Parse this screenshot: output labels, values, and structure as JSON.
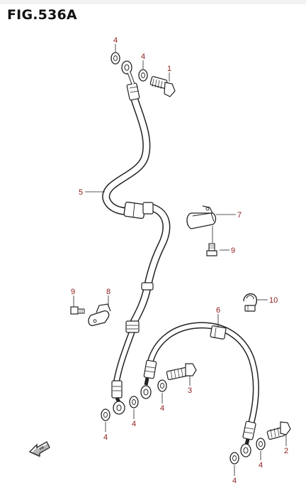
{
  "figure": {
    "title": "FIG.536A"
  },
  "colors": {
    "callout": "#8b1a1a",
    "line": "#222222",
    "part_fill": "#ffffff",
    "shade": "#888888"
  },
  "callouts": [
    {
      "id": "c-4a",
      "label": "4"
    },
    {
      "id": "c-4b",
      "label": "4"
    },
    {
      "id": "c-1",
      "label": "1"
    },
    {
      "id": "c-5",
      "label": "5"
    },
    {
      "id": "c-7",
      "label": "7"
    },
    {
      "id": "c-9a",
      "label": "9"
    },
    {
      "id": "c-9b",
      "label": "9"
    },
    {
      "id": "c-8",
      "label": "8"
    },
    {
      "id": "c-10",
      "label": "10"
    },
    {
      "id": "c-6",
      "label": "6"
    },
    {
      "id": "c-3",
      "label": "3"
    },
    {
      "id": "c-4c",
      "label": "4"
    },
    {
      "id": "c-4d",
      "label": "4"
    },
    {
      "id": "c-4e",
      "label": "4"
    },
    {
      "id": "c-2",
      "label": "2"
    },
    {
      "id": "c-4f",
      "label": "4"
    },
    {
      "id": "c-4g",
      "label": "4"
    }
  ],
  "direction_marker": {
    "label": "FR",
    "icon": "front-arrow-icon"
  }
}
